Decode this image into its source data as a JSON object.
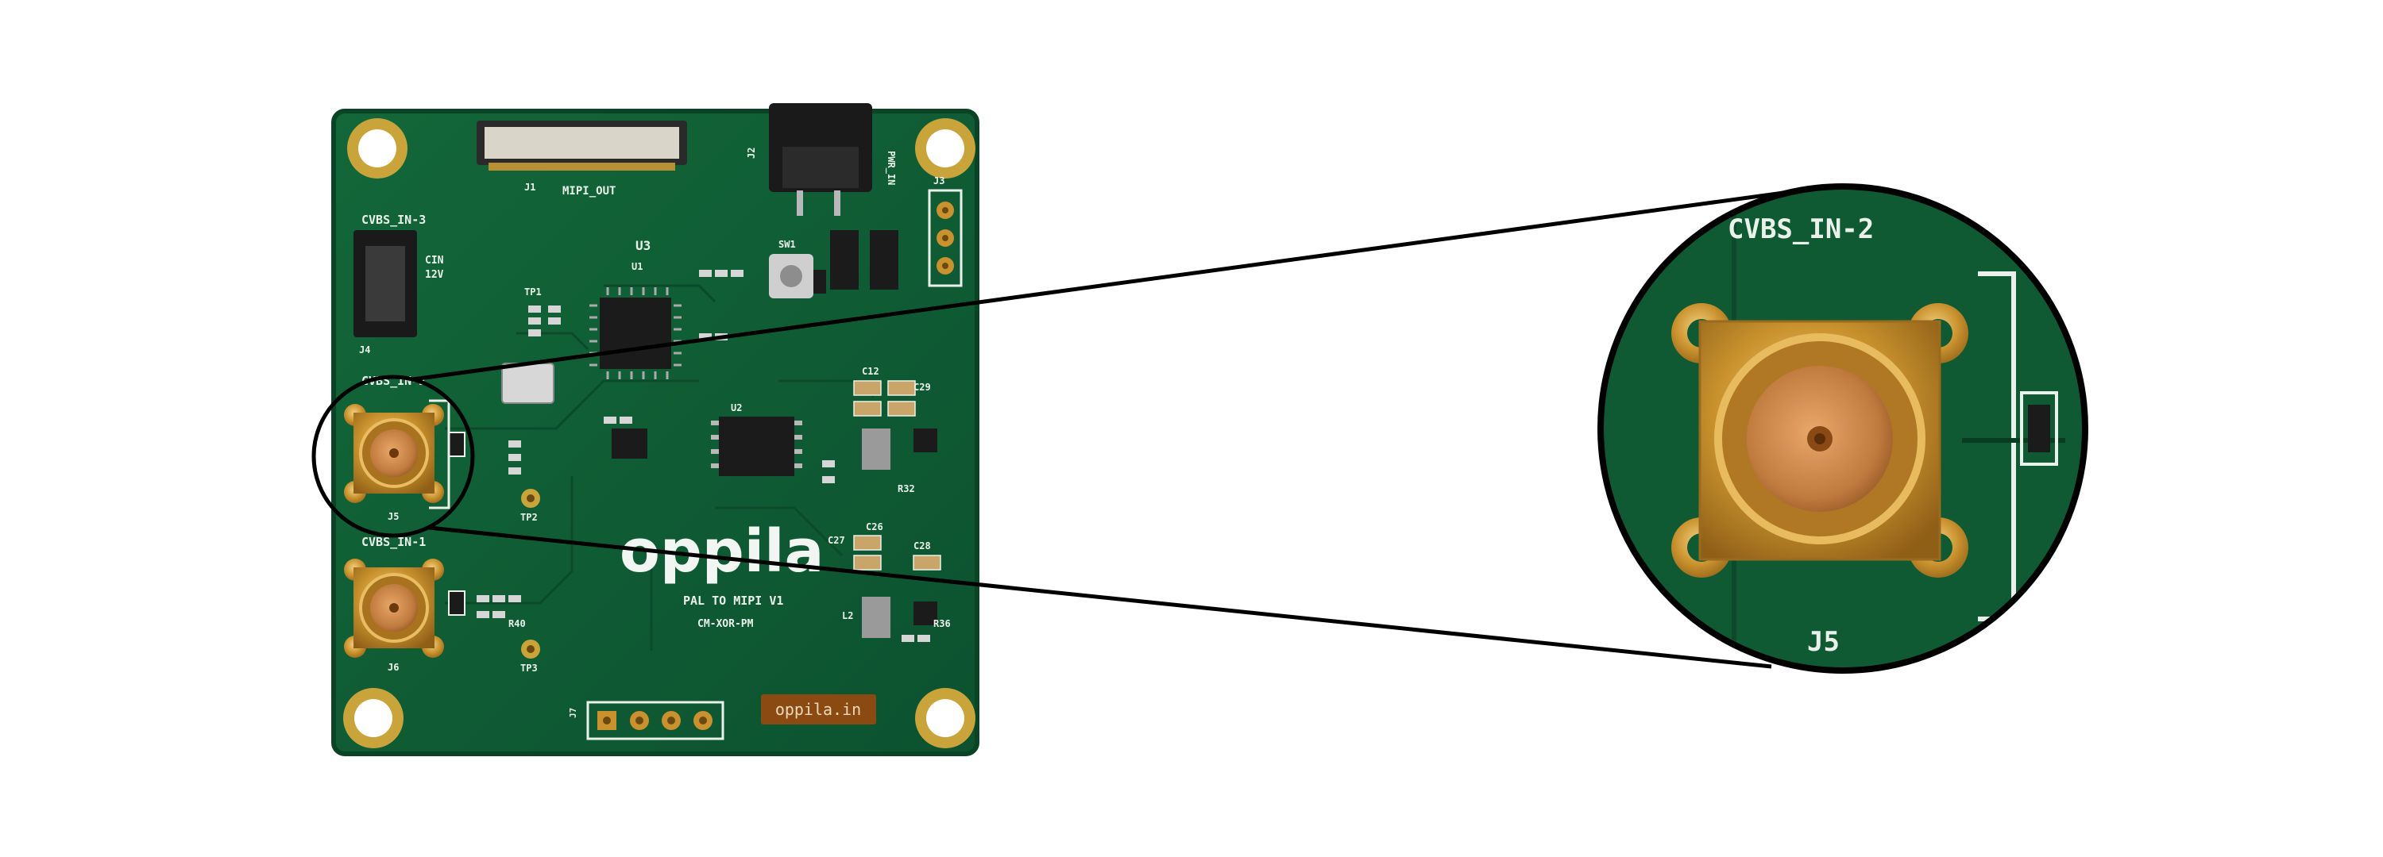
{
  "colors": {
    "background": "#ffffff",
    "pcb": "#0f5a33",
    "pcb_edge": "#0a4424",
    "pcb_trace": "#136b3c",
    "gold": "#c9922e",
    "gold_light": "#e8bd63",
    "silkscreen": "#e9f1ea",
    "chip": "#1b1b1b",
    "outline": "#000000",
    "logo_badge": "#8a4a12"
  },
  "board": {
    "labels": {
      "cvbs_in_3": "CVBS_IN-3",
      "cvbs_in_2": "CVBS_IN-2",
      "cvbs_in_1": "CVBS_IN-1",
      "mipi_out": "MIPI_OUT",
      "pwr_in": "PWR_IN",
      "j1": "J1",
      "j2": "J2",
      "j3": "J3",
      "j4": "J4",
      "j5": "J5",
      "j6": "J6",
      "j7": "J7",
      "u1": "U1",
      "u2": "U2",
      "u3": "U3",
      "tp1": "TP1",
      "tp2": "TP2",
      "tp3": "TP3",
      "sw1": "SW1",
      "l2": "L2",
      "c12": "C12",
      "c26": "C26",
      "c27": "C27",
      "c28": "C28",
      "c29": "C29",
      "r32": "R32",
      "r36": "R36",
      "r40": "R40",
      "pin_cin": "CIN",
      "pin_12v": "12V"
    },
    "brand_logo": "oppila",
    "product_line_1": "PAL TO MIPI V1",
    "product_line_2": "CM-XOR-PM",
    "website_badge": "oppila.in"
  },
  "zoom": {
    "label_top": "CVBS_IN-2",
    "label_bottom": "J5"
  }
}
